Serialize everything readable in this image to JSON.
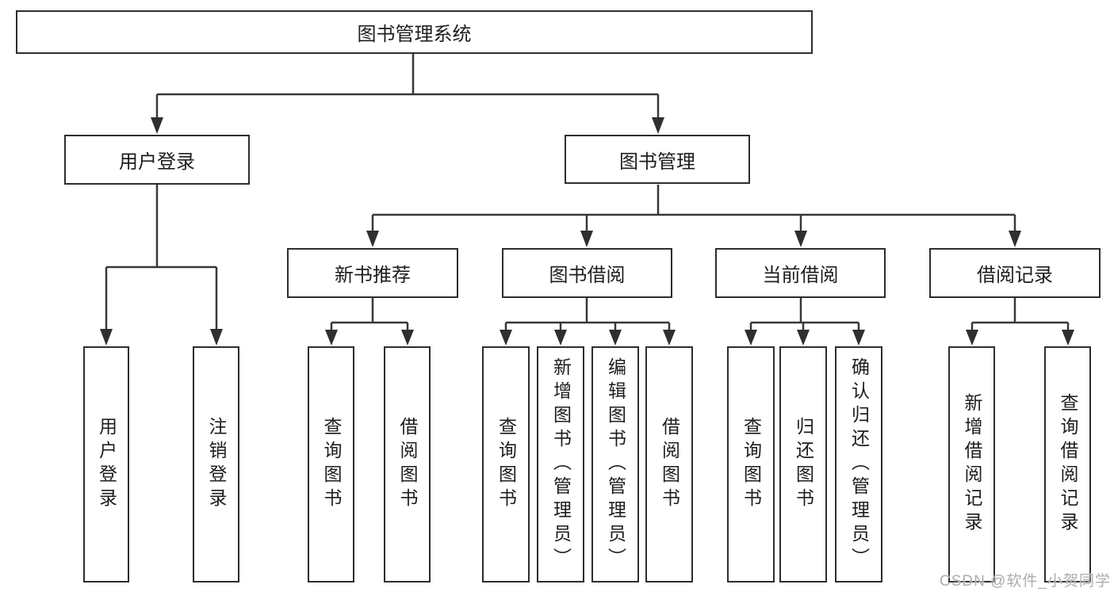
{
  "page": {
    "background_color": "#ffffff",
    "line_color": "#383838",
    "box_border_color": "#2d2d2d",
    "text_color": "#1d1d1d",
    "watermark_color": "#adadad"
  },
  "tree": {
    "label": "图书管理系统",
    "children": [
      {
        "label": "用户登录",
        "children": [
          {
            "label": "用户登录"
          },
          {
            "label": "注销登录"
          }
        ]
      },
      {
        "label": "图书管理",
        "children": [
          {
            "label": "新书推荐",
            "children": [
              {
                "label": "查询图书"
              },
              {
                "label": "借阅图书"
              }
            ]
          },
          {
            "label": "图书借阅",
            "children": [
              {
                "label": "查询图书"
              },
              {
                "label": "新增图书（管理员）"
              },
              {
                "label": "编辑图书（管理员）"
              },
              {
                "label": "借阅图书"
              }
            ]
          },
          {
            "label": "当前借阅",
            "children": [
              {
                "label": "查询图书"
              },
              {
                "label": "归还图书"
              },
              {
                "label": "确认归还（管理员）"
              }
            ]
          },
          {
            "label": "借阅记录",
            "children": [
              {
                "label": "新增借阅记录"
              },
              {
                "label": "查询借阅记录"
              }
            ]
          }
        ]
      }
    ]
  },
  "watermark": {
    "text": "CSDN @软件_小贺同学"
  }
}
